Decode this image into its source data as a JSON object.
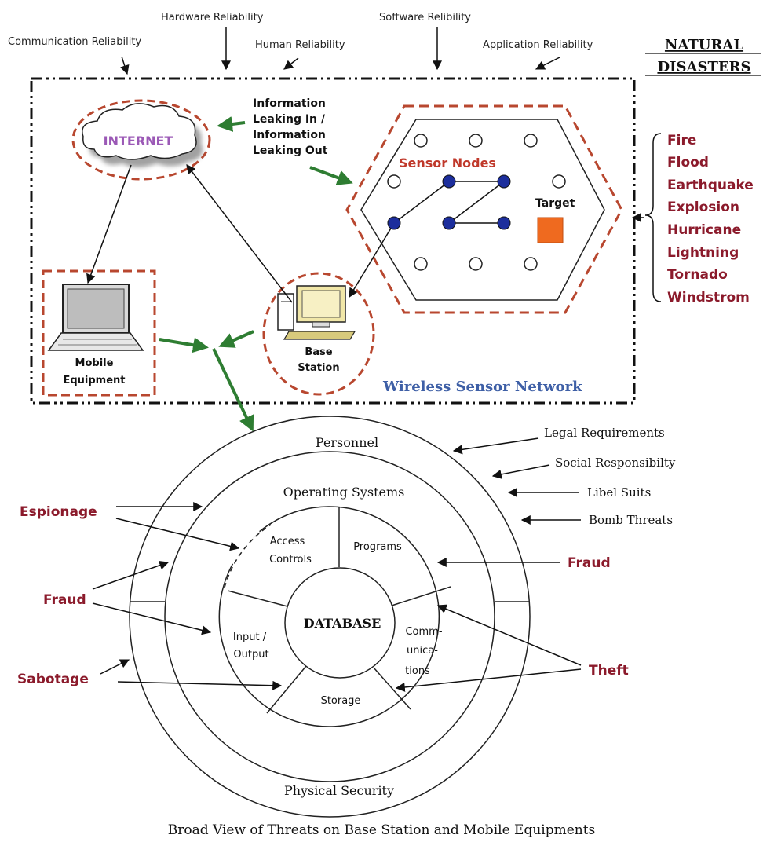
{
  "top_labels": {
    "communication": "Communication Reliability",
    "hardware": "Hardware Reliability",
    "human": "Human Reliability",
    "software": "Software Relibility",
    "application": "Application Reliability"
  },
  "natural_disasters": {
    "title_line1": "NATURAL",
    "title_line2": "DISASTERS",
    "items": [
      "Fire",
      "Flood",
      "Earthquake",
      "Explosion",
      "Hurricane",
      "Lightning",
      "Tornado",
      "Windstrom"
    ]
  },
  "network": {
    "internet": "INTERNET",
    "info_leak": [
      "Information",
      "Leaking In /",
      "Information",
      "Leaking Out"
    ],
    "sensor_nodes": "Sensor Nodes",
    "target": "Target",
    "base_station": [
      "Base",
      "Station"
    ],
    "mobile_equipment": [
      "Mobile",
      "Equipment"
    ],
    "wsn_label": "Wireless Sensor Network"
  },
  "rings": {
    "personnel": "Personnel",
    "operating_systems": "Operating Systems",
    "physical_security": "Physical Security",
    "database": "DATABASE",
    "access_controls": [
      "Access",
      "Controls"
    ],
    "programs": "Programs",
    "input_output": [
      "Input /",
      "Output"
    ],
    "communications": [
      "Comm-",
      "unica-",
      "tions"
    ],
    "storage": "Storage"
  },
  "right_threats": {
    "legal": "Legal Requirements",
    "social": "Social Responsibilty",
    "libel": "Libel Suits",
    "bomb": "Bomb Threats",
    "fraud": "Fraud",
    "theft": "Theft"
  },
  "left_threats": {
    "espionage": "Espionage",
    "fraud": "Fraud",
    "sabotage": "Sabotage"
  },
  "caption": "Broad View of Threats on Base Station and Mobile Equipments",
  "colors": {
    "dashed_red": "#b8472f",
    "threat_text": "#8b1a2b",
    "green_arrow": "#2e7d32",
    "node_blue": "#1c2e9c",
    "target_orange": "#ef6a1f",
    "internet_text": "#9b59b6",
    "wsn_text": "#3e5fa6"
  }
}
